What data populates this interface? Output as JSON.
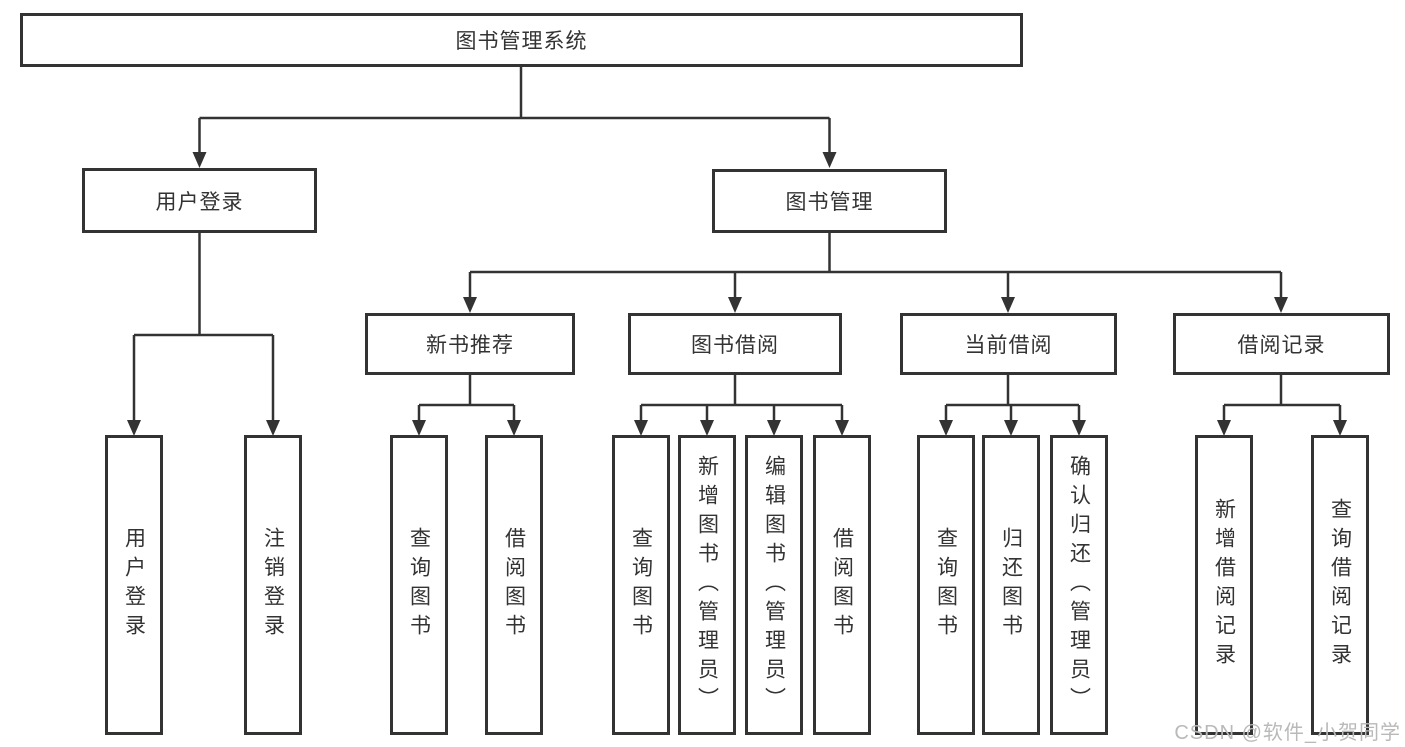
{
  "colors": {
    "line": "#333333",
    "text": "#333333",
    "box_background": "#ffffff",
    "watermark": "#b9b9b9"
  },
  "watermark": {
    "text": "CSDN @软件_小贺同学"
  },
  "tree": {
    "label": "图书管理系统",
    "children": [
      {
        "label": "用户登录",
        "children": [
          {
            "label": "用户登录"
          },
          {
            "label": "注销登录"
          }
        ]
      },
      {
        "label": "图书管理",
        "children": [
          {
            "label": "新书推荐",
            "children": [
              {
                "label": "查询图书"
              },
              {
                "label": "借阅图书"
              }
            ]
          },
          {
            "label": "图书借阅",
            "children": [
              {
                "label": "查询图书"
              },
              {
                "label": "新增图书（管理员）"
              },
              {
                "label": "编辑图书（管理员）"
              },
              {
                "label": "借阅图书"
              }
            ]
          },
          {
            "label": "当前借阅",
            "children": [
              {
                "label": "查询图书"
              },
              {
                "label": "归还图书"
              },
              {
                "label": "确认归还（管理员）"
              }
            ]
          },
          {
            "label": "借阅记录",
            "children": [
              {
                "label": "新增借阅记录"
              },
              {
                "label": "查询借阅记录"
              }
            ]
          }
        ]
      }
    ]
  }
}
